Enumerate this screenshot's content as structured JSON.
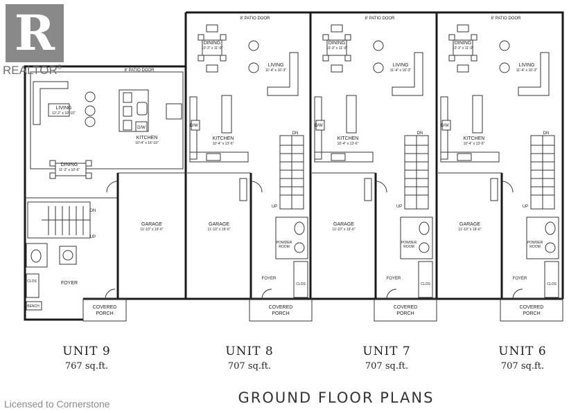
{
  "watermark": {
    "logo_letter": "R",
    "logo_text": "REALTOR",
    "logo_mark": "®",
    "license": "Licensed to Cornerstone"
  },
  "plan": {
    "title": "GROUND FLOOR PLANS",
    "units": [
      {
        "name": "UNIT 9",
        "area": "767 sq.ft."
      },
      {
        "name": "UNIT 8",
        "area": "707 sq.ft."
      },
      {
        "name": "UNIT 7",
        "area": "707 sq.ft."
      },
      {
        "name": "UNIT 6",
        "area": "707 sq.ft."
      }
    ],
    "unit9": {
      "patio": "8' PATIO DOOR",
      "living": "LIVING",
      "living_dim": "12'-2\" x 10'-10\"",
      "kitchen": "KITCHEN",
      "kitchen_dim": "10'-4\" x 16'-10\"",
      "dining": "DINING",
      "dining_dim": "11'-2\" x 10'-6\"",
      "garage": "GARAGE",
      "garage_dim": "11'-10\" x 19'-6\"",
      "foyer": "FOYER",
      "clos": "CLOS",
      "bench": "BENCH",
      "porch1": "COVERED",
      "porch2": "PORCH",
      "dn": "DN",
      "up": "UP",
      "dw": "D/W"
    },
    "unit_typical": {
      "patio": "8' PATIO DOOR",
      "dining": "DINING",
      "dining_dim": "10'-3\" x 11'-0\"",
      "living": "LIVING",
      "living_dim": "11'-4\" x 16'-3\"",
      "kitchen": "KITCHEN",
      "kitchen_dim": "10'-4\" x 13'-6\"",
      "garage": "GARAGE",
      "garage_dim": "11'-10\" x 19'-6\"",
      "powder1": "POWDER",
      "powder2": "ROOM",
      "foyer": "FOYER",
      "clos": "CLOS",
      "porch1": "COVERED",
      "porch2": "PORCH",
      "dn": "DN",
      "up": "UP",
      "dw": "D/W"
    }
  }
}
